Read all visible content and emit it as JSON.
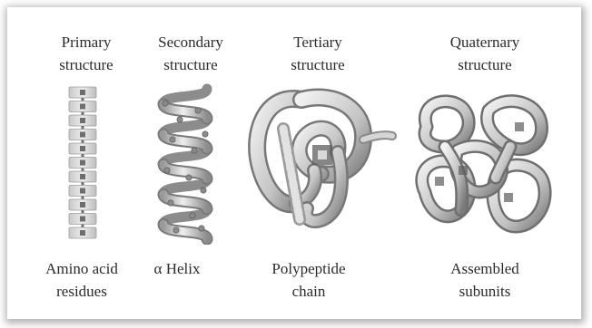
{
  "columns": [
    {
      "title": [
        "Primary",
        "structure"
      ],
      "caption": [
        "Amino acid",
        "residues"
      ]
    },
    {
      "title": [
        "Secondary",
        "structure"
      ],
      "caption": [
        "α Helix"
      ]
    },
    {
      "title": [
        "Tertiary",
        "structure"
      ],
      "caption": [
        "Polypeptide",
        "chain"
      ]
    },
    {
      "title": [
        "Quaternary",
        "structure"
      ],
      "caption": [
        "Assembled",
        "subunits"
      ]
    }
  ],
  "colors": {
    "ribbon_light": "#e4e4e4",
    "ribbon_mid": "#b0b0b0",
    "ribbon_dark": "#6e6e6e",
    "bead": "#8a8a8a"
  },
  "icons": [
    "amino-acid-chain-icon",
    "alpha-helix-icon",
    "tertiary-fold-icon",
    "quaternary-assembly-icon"
  ]
}
